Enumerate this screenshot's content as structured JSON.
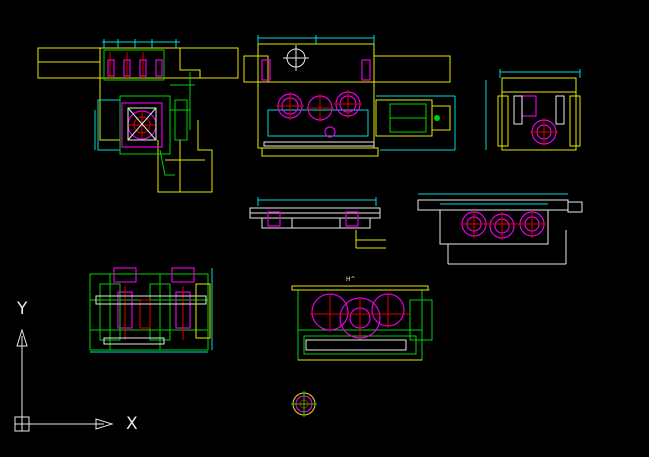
{
  "canvas": {
    "background": "#000000",
    "colors": {
      "yellow": "#e8e800",
      "cyan": "#00d8d8",
      "green": "#00d000",
      "magenta": "#e000e0",
      "red": "#e00000",
      "white": "#e8e8e8",
      "blue": "#3050ff"
    }
  },
  "ucs": {
    "x_label": "X",
    "y_label": "Y",
    "icon": "ucs-axis-icon"
  },
  "views": {
    "top_left_mark": "",
    "top_center_mark": "",
    "section_mark": "",
    "lower_center_mark": "H^",
    "small_detail_mark": ""
  }
}
